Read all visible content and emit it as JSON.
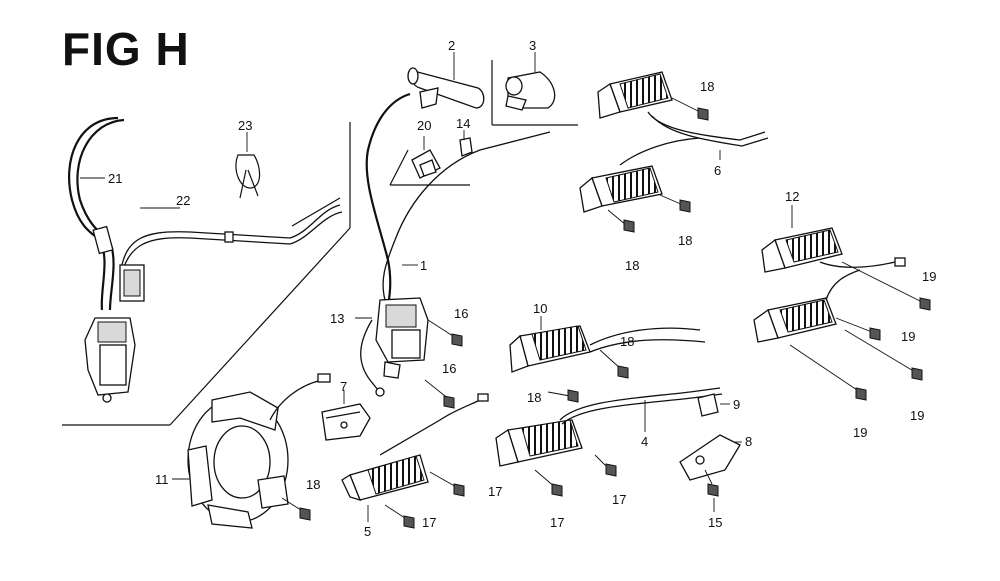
{
  "figure": {
    "title": "FIG H"
  },
  "callouts": {
    "c1": "1",
    "c2": "2",
    "c3": "3",
    "c4": "4",
    "c5": "5",
    "c6": "6",
    "c7": "7",
    "c8": "8",
    "c9": "9",
    "c10": "10",
    "c11": "11",
    "c12": "12",
    "c13": "13",
    "c14": "14",
    "c15": "15",
    "c16a": "16",
    "c16b": "16",
    "c17a": "17",
    "c17b": "17",
    "c17c": "17",
    "c17d": "17",
    "c18a": "18",
    "c18b": "18",
    "c18c": "18",
    "c18d": "18",
    "c18e": "18",
    "c18f": "18",
    "c19a": "19",
    "c19b": "19",
    "c19c": "19",
    "c19d": "19",
    "c20": "20",
    "c21": "21",
    "c22": "22",
    "c23": "23"
  }
}
